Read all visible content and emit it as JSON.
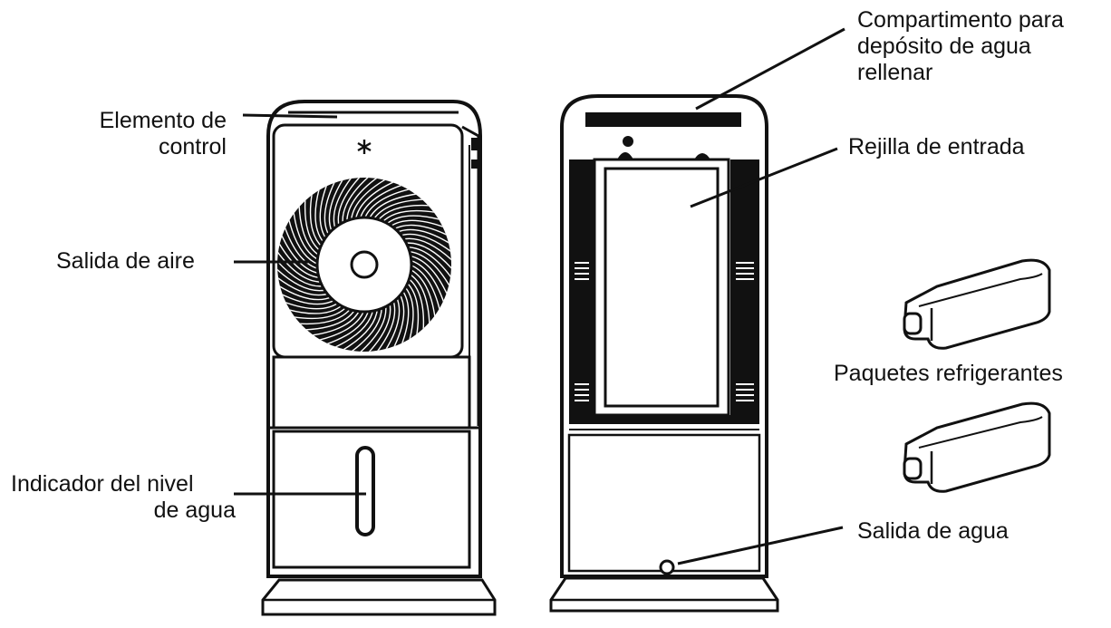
{
  "labels": {
    "control": [
      "Elemento de",
      "control"
    ],
    "air_outlet": [
      "Salida de aire"
    ],
    "water_level": [
      "Indicador del nivel",
      "de agua"
    ],
    "tank_compartment": [
      "Compartimento para",
      "depósito de agua",
      "rellenar"
    ],
    "inlet_grille": [
      "Rejilla de entrada"
    ],
    "cooling_packs": [
      "Paquetes refrigerantes"
    ],
    "water_outlet": [
      "Salida de agua"
    ]
  },
  "colors": {
    "ink": "#111111",
    "background": "#ffffff"
  },
  "icons": {
    "front_top": "snowflake-icon"
  }
}
